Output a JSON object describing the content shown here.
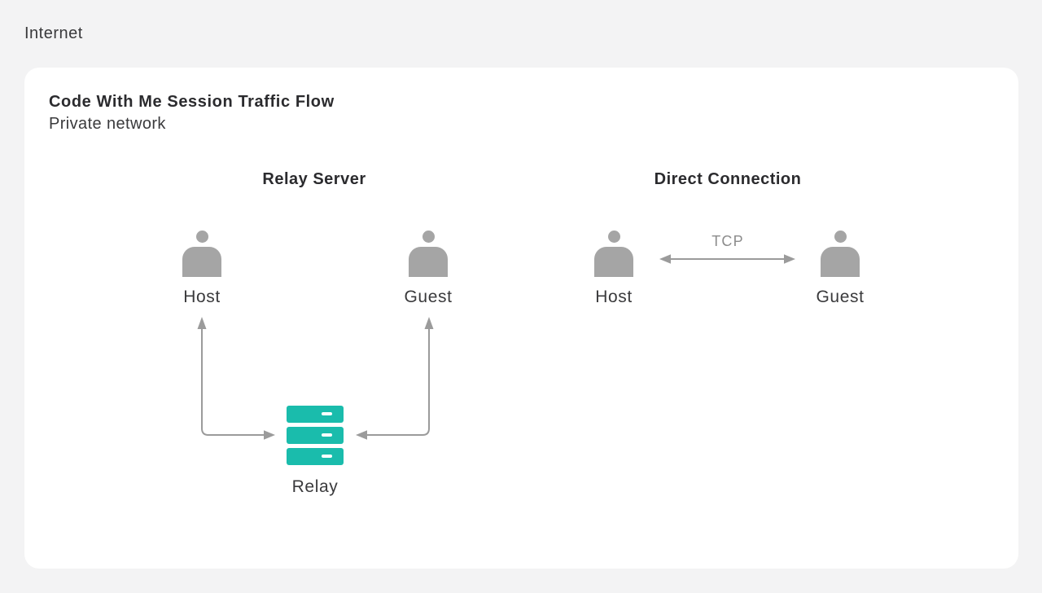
{
  "internet_label": "Internet",
  "card": {
    "title": "Code With Me Session Traffic Flow",
    "subtitle": "Private network"
  },
  "relay_section": {
    "heading": "Relay Server",
    "host_label": "Host",
    "guest_label": "Guest",
    "relay_label": "Relay"
  },
  "direct_section": {
    "heading": "Direct Connection",
    "host_label": "Host",
    "guest_label": "Guest",
    "protocol_label": "TCP"
  },
  "colors": {
    "background_gray": "#f3f3f4",
    "card_white": "#ffffff",
    "person_gray": "#a5a5a5",
    "arrow_gray": "#9b9b9b",
    "relay_teal": "#1abcac",
    "heading_dark": "#2b2b2e",
    "text_dark": "#3a3a3c",
    "muted_gray": "#8c8c8c"
  }
}
